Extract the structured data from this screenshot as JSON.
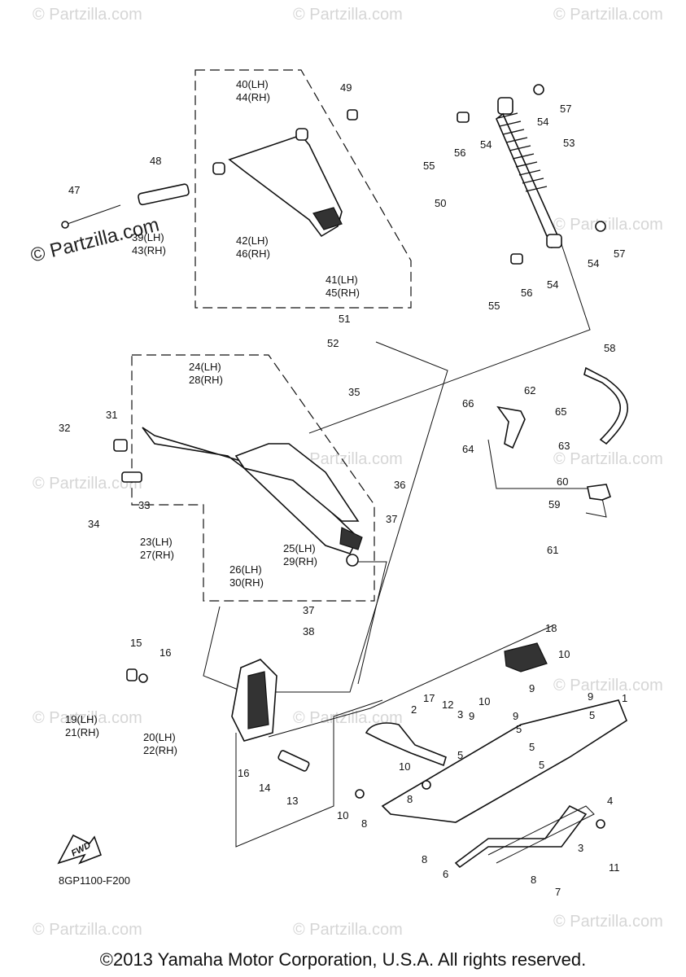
{
  "watermark": "© Partzilla.com",
  "watermark_center": "© Partzilla.com",
  "diagram_code": "8GP1100-F200",
  "fwd_label": "FWD",
  "copyright": "©2013 Yamaha Motor Corporation, U.S.A. All rights reserved.",
  "callouts": {
    "c1": "1",
    "c2": "2",
    "c3a": "3",
    "c3b": "3",
    "c4": "4",
    "c5a": "5",
    "c5b": "5",
    "c5c": "5",
    "c5d": "5",
    "c5e": "5",
    "c6": "6",
    "c7": "7",
    "c8a": "8",
    "c8b": "8",
    "c8c": "8",
    "c8d": "8",
    "c9a": "9",
    "c9b": "9",
    "c9c": "9",
    "c9d": "9",
    "c10a": "10",
    "c10b": "10",
    "c10c": "10",
    "c10d": "10",
    "c11": "11",
    "c12": "12",
    "c13": "13",
    "c14": "14",
    "c15": "15",
    "c16a": "16",
    "c16b": "16",
    "c17": "17",
    "c18": "18",
    "c19": "19(LH)",
    "c21": "21(RH)",
    "c20": "20(LH)",
    "c22": "22(RH)",
    "c23": "23(LH)",
    "c27": "27(RH)",
    "c24": "24(LH)",
    "c28": "28(RH)",
    "c25": "25(LH)",
    "c29": "29(RH)",
    "c26": "26(LH)",
    "c30": "30(RH)",
    "c31": "31",
    "c32": "32",
    "c33": "33",
    "c34": "34",
    "c35": "35",
    "c36": "36",
    "c37a": "37",
    "c37b": "37",
    "c38": "38",
    "c39": "39(LH)",
    "c43": "43(RH)",
    "c40": "40(LH)",
    "c44": "44(RH)",
    "c41": "41(LH)",
    "c45": "45(RH)",
    "c42": "42(LH)",
    "c46": "46(RH)",
    "c47": "47",
    "c48": "48",
    "c49": "49",
    "c50": "50",
    "c51": "51",
    "c52": "52",
    "c53": "53",
    "c54a": "54",
    "c54b": "54",
    "c54c": "54",
    "c54d": "54",
    "c55a": "55",
    "c55b": "55",
    "c56a": "56",
    "c56b": "56",
    "c57a": "57",
    "c57b": "57",
    "c58": "58",
    "c59": "59",
    "c60": "60",
    "c61": "61",
    "c62": "62",
    "c63": "63",
    "c64": "64",
    "c65": "65",
    "c66": "66"
  }
}
